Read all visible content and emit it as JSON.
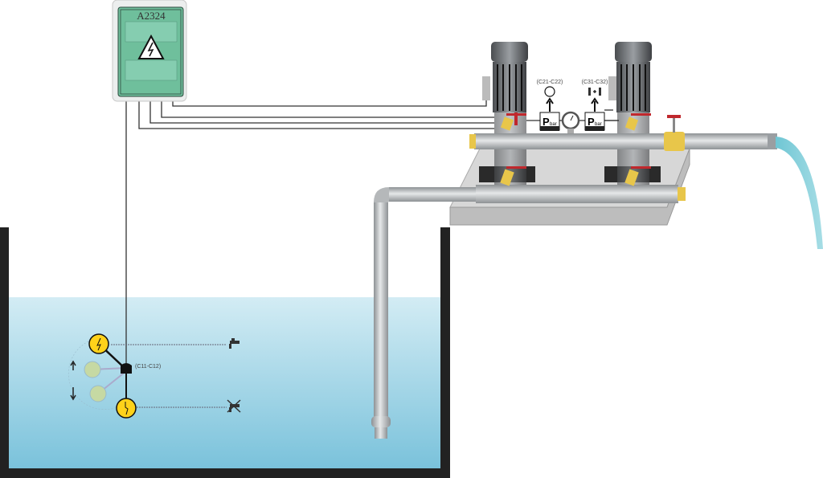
{
  "control_panel": {
    "label": "A2324"
  },
  "float_switch": {
    "label": "(C11-C12)"
  },
  "pressure_switches": {
    "left": {
      "symbol": "P",
      "unit": "bar",
      "label": "(C21-C22)"
    },
    "right": {
      "symbol": "P",
      "unit": "bar",
      "label": "(C31-C32)"
    }
  },
  "colors": {
    "panel_green": "#6fbf9c",
    "water_top": "#cfeaf3",
    "water_bottom": "#7cc3dc",
    "pipe": "#b5b8ba",
    "brass": "#e8c64a",
    "switch_yellow": "#ffd21a",
    "valve_red": "#c0282d"
  }
}
